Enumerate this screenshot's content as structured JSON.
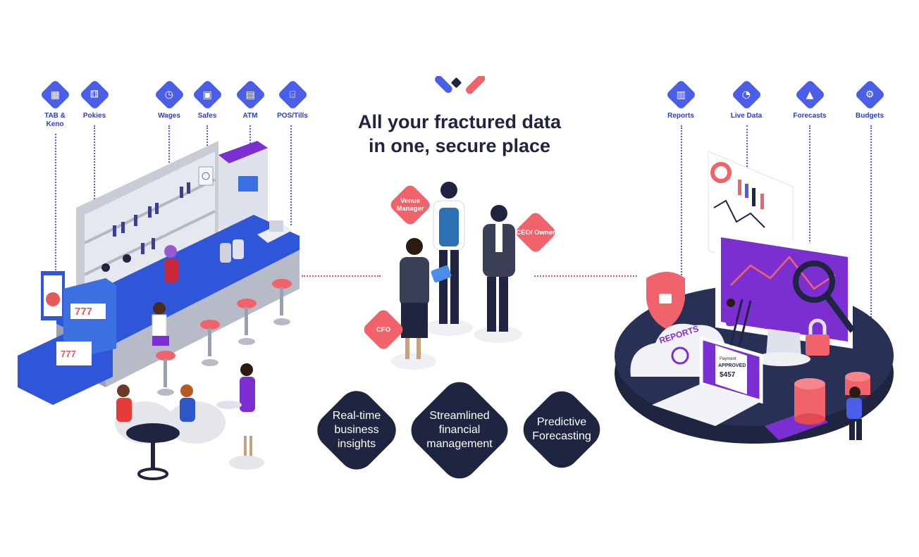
{
  "headline": {
    "line1": "All your fractured data",
    "line2": "in one, secure place"
  },
  "left_sources": [
    {
      "label": "TAB &",
      "label2": "Keno",
      "icon": "keno-icon"
    },
    {
      "label": "Pokies",
      "label2": "",
      "icon": "pokies-icon"
    },
    {
      "label": "Wages",
      "label2": "",
      "icon": "clock-icon"
    },
    {
      "label": "Safes",
      "label2": "",
      "icon": "safe-icon"
    },
    {
      "label": "ATM",
      "label2": "",
      "icon": "atm-icon"
    },
    {
      "label": "POS/Tills",
      "label2": "",
      "icon": "register-icon"
    }
  ],
  "right_outputs": [
    {
      "label": "Reports",
      "icon": "report-icon"
    },
    {
      "label": "Live Data",
      "icon": "live-data-icon"
    },
    {
      "label": "Forecasts",
      "icon": "forecast-icon"
    },
    {
      "label": "Budgets",
      "icon": "budget-icon"
    }
  ],
  "roles": {
    "venue_manager": "Venue Manager",
    "ceo_owner": "CEO/ Owner",
    "cfo": "CFO"
  },
  "features": [
    {
      "text": "Real-time business insights"
    },
    {
      "text": "Streamlined financial management"
    },
    {
      "text": "Predictive Forecasting"
    }
  ],
  "illustration_text": {
    "reports_cloud": "REPORTS",
    "receipt_line1": "Payment",
    "receipt_line2": "APPROVED",
    "receipt_amount": "$457",
    "slot_reels": "777",
    "slot_bottom": "777"
  },
  "colors": {
    "brand_blue": "#4b5ee8",
    "coral": "#f0636a",
    "navy": "#1f2540",
    "purple": "#7b2fd0"
  }
}
